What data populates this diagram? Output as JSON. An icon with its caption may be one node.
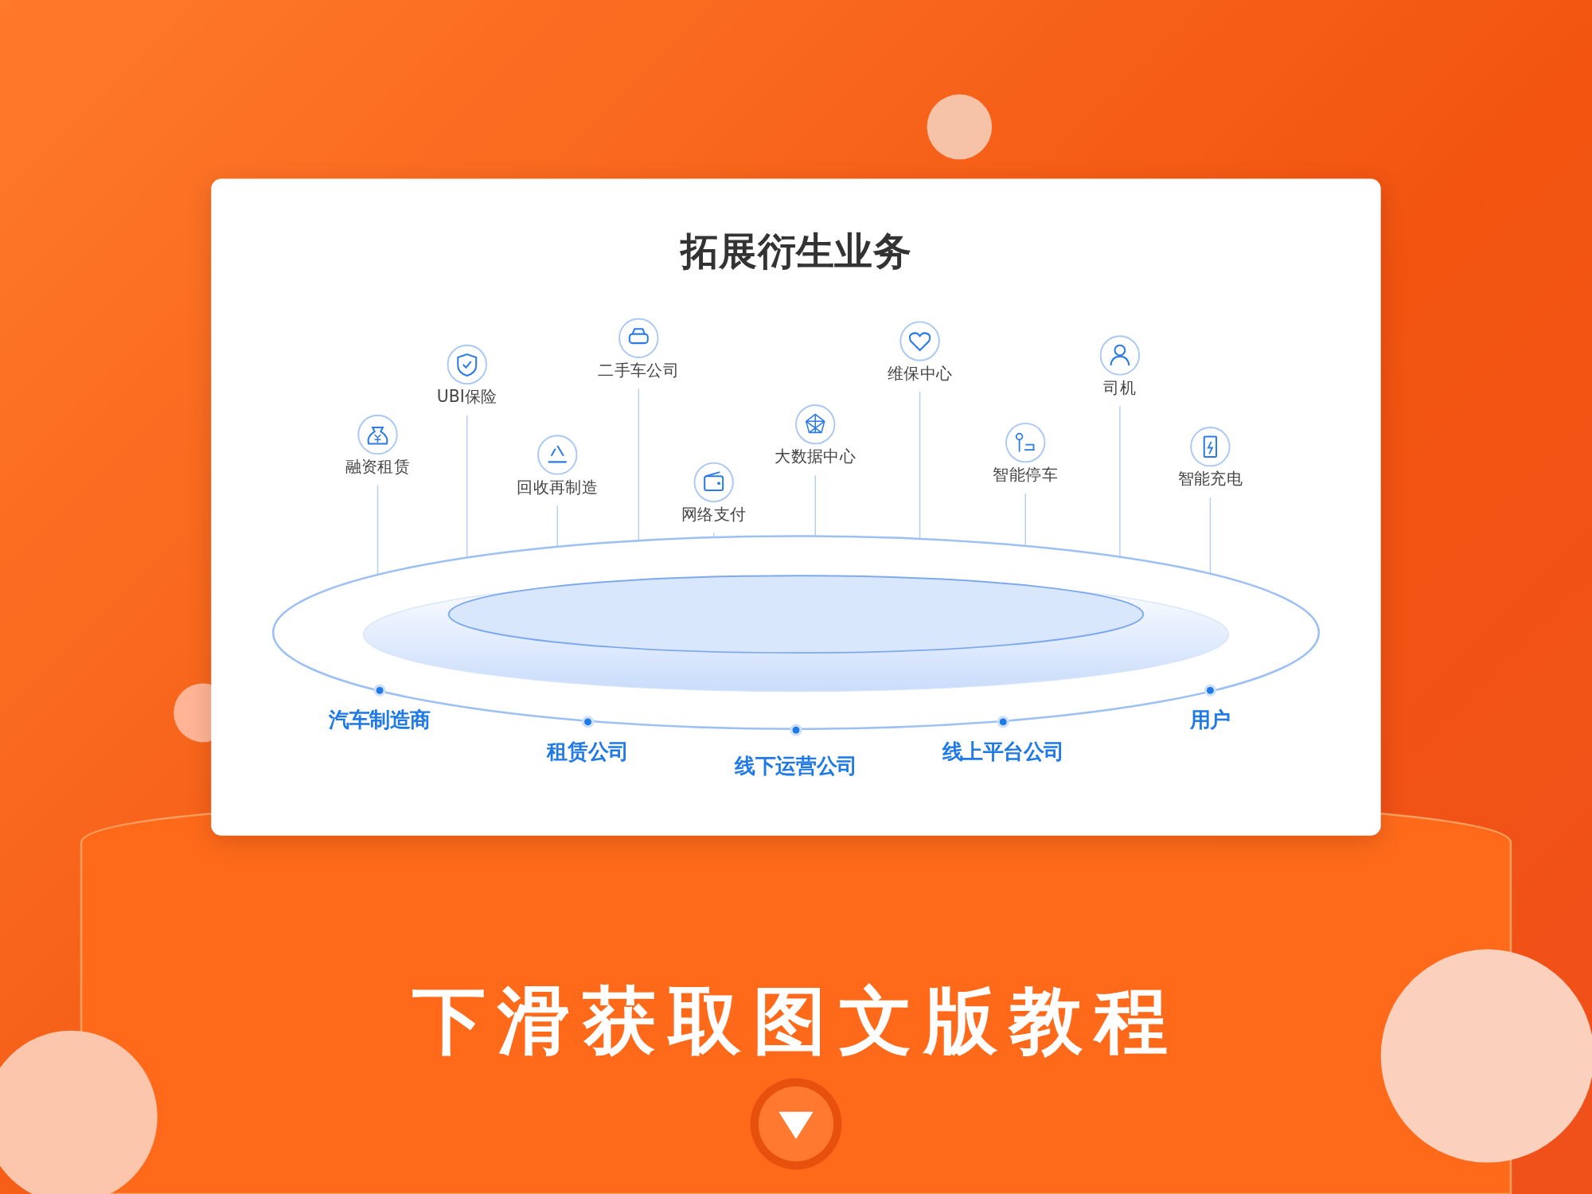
{
  "diagram": {
    "title": "拓展衍生业务",
    "nodes": [
      {
        "text": [
          "融资租赁"
        ]
      },
      {
        "text": [
          "UBI保险"
        ]
      },
      {
        "text": [
          "回收再制造"
        ]
      },
      {
        "text": [
          "二手车公司"
        ]
      },
      {
        "text": [
          "网络支付"
        ]
      },
      {
        "text": [
          "大数据中心"
        ]
      },
      {
        "text": [
          "维保中心"
        ]
      },
      {
        "text": [
          "智能停车"
        ]
      },
      {
        "text": [
          "司机"
        ]
      },
      {
        "text": [
          "智能充电"
        ]
      },
      {
        "text": [],
        "shape": "ellipse"
      }
    ],
    "edges": [
      {
        "from": 0,
        "to": 10,
        "arrow": "none"
      },
      {
        "from": 1,
        "to": 10,
        "arrow": "none"
      },
      {
        "from": 2,
        "to": 10,
        "arrow": "none"
      },
      {
        "from": 3,
        "to": 10,
        "arrow": "none"
      },
      {
        "from": 4,
        "to": 10,
        "arrow": "none"
      },
      {
        "from": 5,
        "to": 10,
        "arrow": "none"
      },
      {
        "from": 6,
        "to": 10,
        "arrow": "none"
      },
      {
        "from": 7,
        "to": 10,
        "arrow": "none"
      },
      {
        "from": 8,
        "to": 10,
        "arrow": "none"
      },
      {
        "from": 9,
        "to": 10,
        "arrow": "none"
      }
    ],
    "labels": [
      "汽车制造商",
      "租赁公司",
      "线下运营公司",
      "线上平台公司",
      "用户",
      "下滑获取图文版教程"
    ]
  }
}
